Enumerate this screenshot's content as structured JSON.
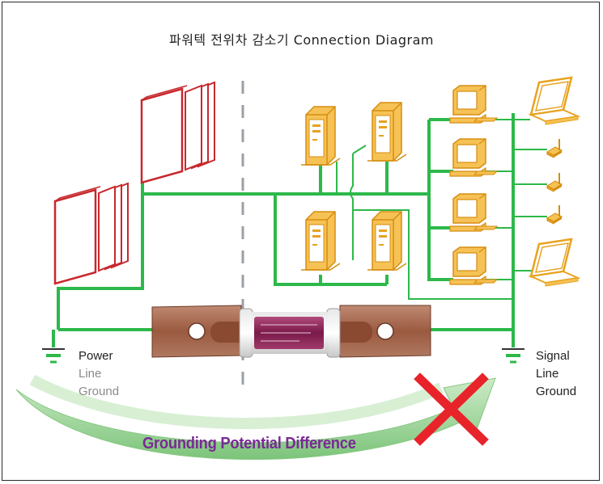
{
  "title": "파워텍 전위차 감소기 Connection Diagram",
  "labels": {
    "power_line_ground": [
      "Power",
      "Line",
      "Ground"
    ],
    "signal_line_ground": [
      "Signal",
      "Line",
      "Ground"
    ],
    "grounding_potential_difference": "Grounding Potential Difference"
  },
  "colors": {
    "wire": "#2db84a",
    "server_panel": "#c8282d",
    "computer": "#e8a21e",
    "fuse_copper": "#a86a50",
    "arrow": "#9fd79a",
    "cross": "#e8232a",
    "label_purple": "#7a2a95"
  },
  "icons": [
    "server-rack-icon",
    "tower-pc-icon",
    "desktop-pc-icon",
    "laptop-icon",
    "wireless-ap-icon",
    "ground-symbol-icon",
    "fuse-icon",
    "cross-icon"
  ]
}
